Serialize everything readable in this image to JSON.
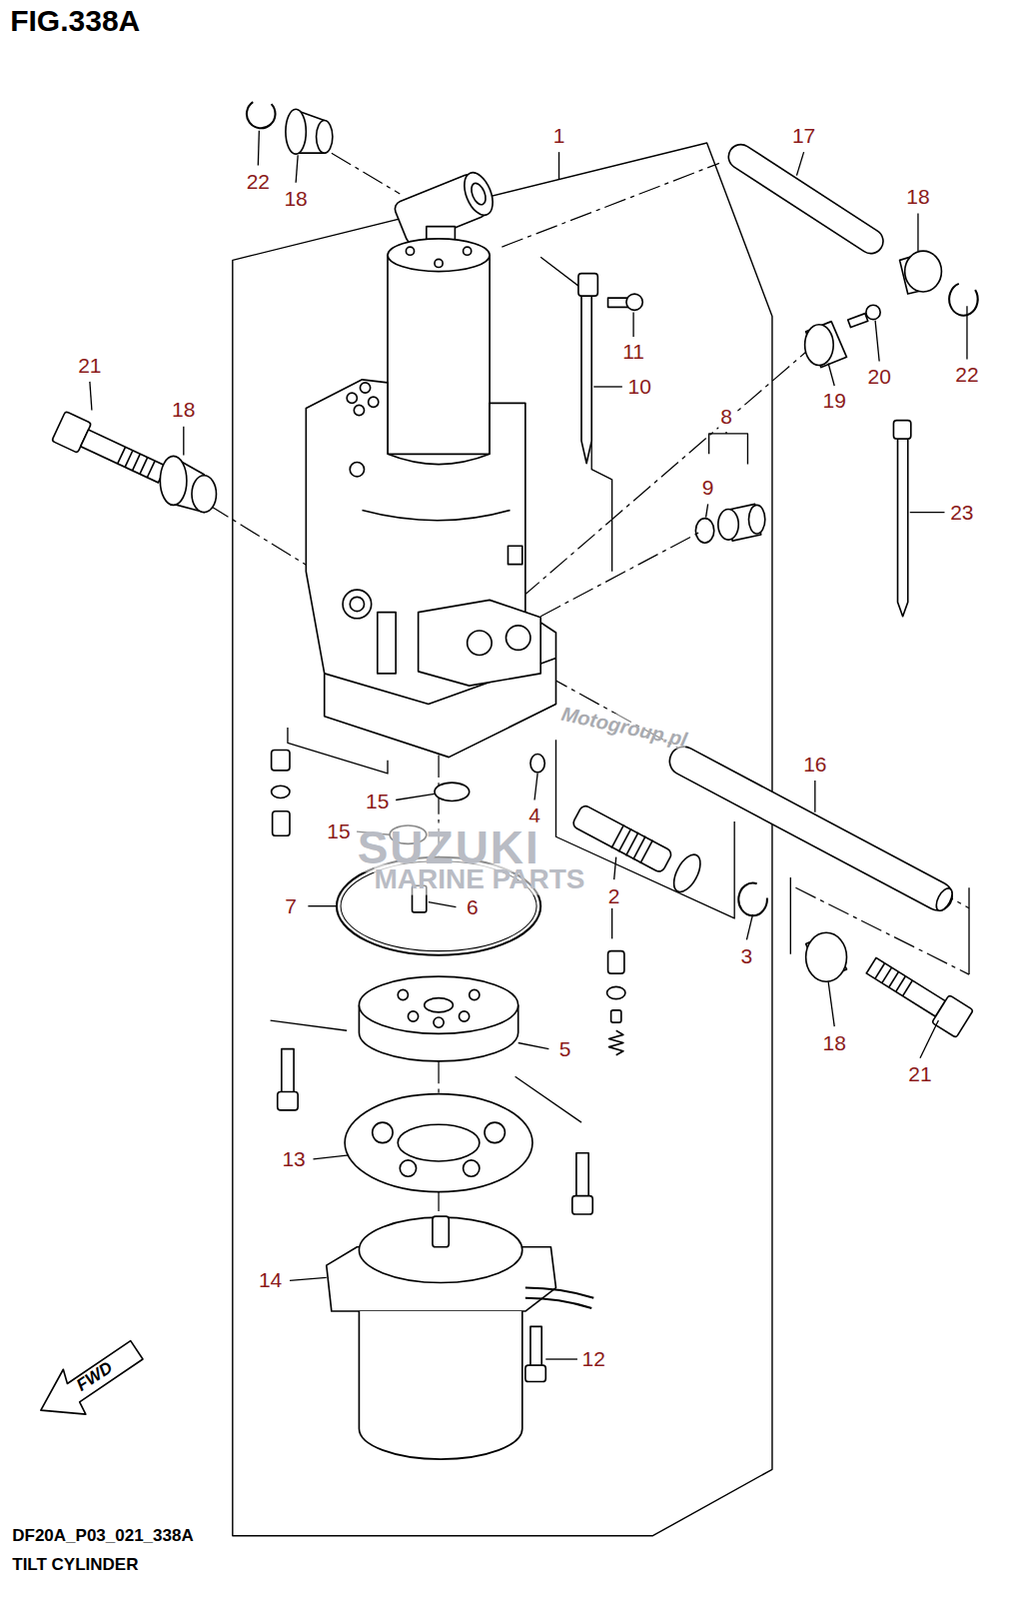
{
  "diagram": {
    "title": "FIG.338A",
    "caption": "TILT CYLINDER",
    "labels": [
      "1",
      "17",
      "22",
      "18",
      "18",
      "21",
      "11",
      "22",
      "20",
      "10",
      "19",
      "18",
      "8",
      "9",
      "23",
      "Motogroup.pl",
      "16",
      "15",
      "4",
      "15",
      "SUZUKI",
      "MARINE PARTS",
      "2",
      "7",
      "6",
      "3",
      "18",
      "5",
      "21",
      "13",
      "14",
      "12",
      "FWD",
      "DF20A_P03_021_338A"
    ]
  }
}
